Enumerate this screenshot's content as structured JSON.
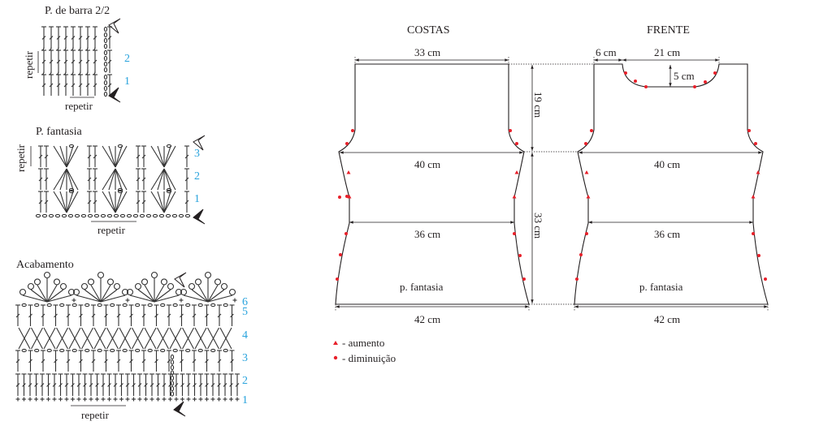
{
  "stitch_charts": {
    "barra": {
      "title": "P. de barra 2/2",
      "repeat_label_side": "repetir",
      "repeat_label_bottom": "repetir",
      "rows": [
        "2",
        "1"
      ]
    },
    "fantasia": {
      "title": "P. fantasia",
      "repeat_label_side": "repetir",
      "repeat_label_bottom": "repetir",
      "rows": [
        "3",
        "2",
        "1"
      ]
    },
    "acabamento": {
      "title": "Acabamento",
      "repeat_label_bottom": "repetir",
      "rows": [
        "6",
        "5",
        "4",
        "3",
        "2",
        "1"
      ]
    }
  },
  "schematic": {
    "costas": {
      "title": "COSTAS",
      "top_width": "33 cm",
      "bust": "40 cm",
      "waist": "36 cm",
      "hem": "42 cm",
      "stitch": "p. fantasia"
    },
    "frente": {
      "title": "FRENTE",
      "shoulder": "6 cm",
      "neck_width": "21 cm",
      "neck_depth": "5 cm",
      "bust": "40 cm",
      "waist": "36 cm",
      "hem": "42 cm",
      "stitch": "p. fantasia"
    },
    "armhole_height": "19 cm",
    "body_height": "33 cm"
  },
  "legend": {
    "increase": "- aumento",
    "decrease": "- diminuição"
  },
  "colors": {
    "row_numbers": "#29a3dd",
    "markers": "#e8202a",
    "ink": "#231f20"
  }
}
